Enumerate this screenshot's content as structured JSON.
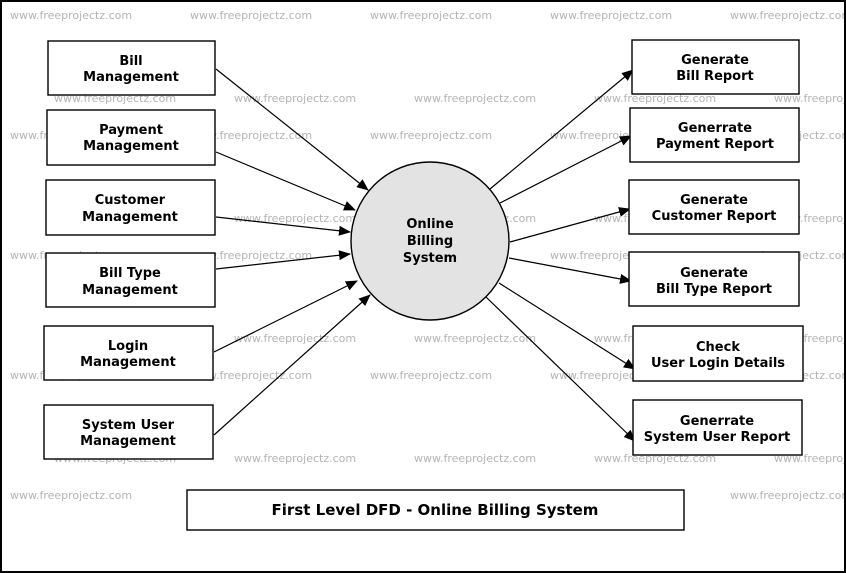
{
  "watermark": "www.freeprojectz.com",
  "process": {
    "lines": [
      "Online",
      "Billing",
      "System"
    ]
  },
  "inputs": [
    {
      "lines": [
        "Bill",
        "Management"
      ]
    },
    {
      "lines": [
        "Payment",
        "Management"
      ]
    },
    {
      "lines": [
        "Customer",
        "Management"
      ]
    },
    {
      "lines": [
        "Bill Type",
        "Management"
      ]
    },
    {
      "lines": [
        "Login",
        "Management"
      ]
    },
    {
      "lines": [
        "System User",
        "Management"
      ]
    }
  ],
  "outputs": [
    {
      "lines": [
        "Generate",
        "Bill Report"
      ]
    },
    {
      "lines": [
        "Generrate",
        "Payment Report"
      ]
    },
    {
      "lines": [
        "Generate",
        "Customer Report"
      ]
    },
    {
      "lines": [
        "Generate",
        "Bill Type Report"
      ]
    },
    {
      "lines": [
        "Check",
        "User Login Details"
      ]
    },
    {
      "lines": [
        "Generrate",
        "System User Report"
      ]
    }
  ],
  "title": "First Level DFD - Online Billing System",
  "colors": {
    "process_fill": "#e3e3e3",
    "stroke": "#000000",
    "watermark": "#b4b4b4"
  }
}
